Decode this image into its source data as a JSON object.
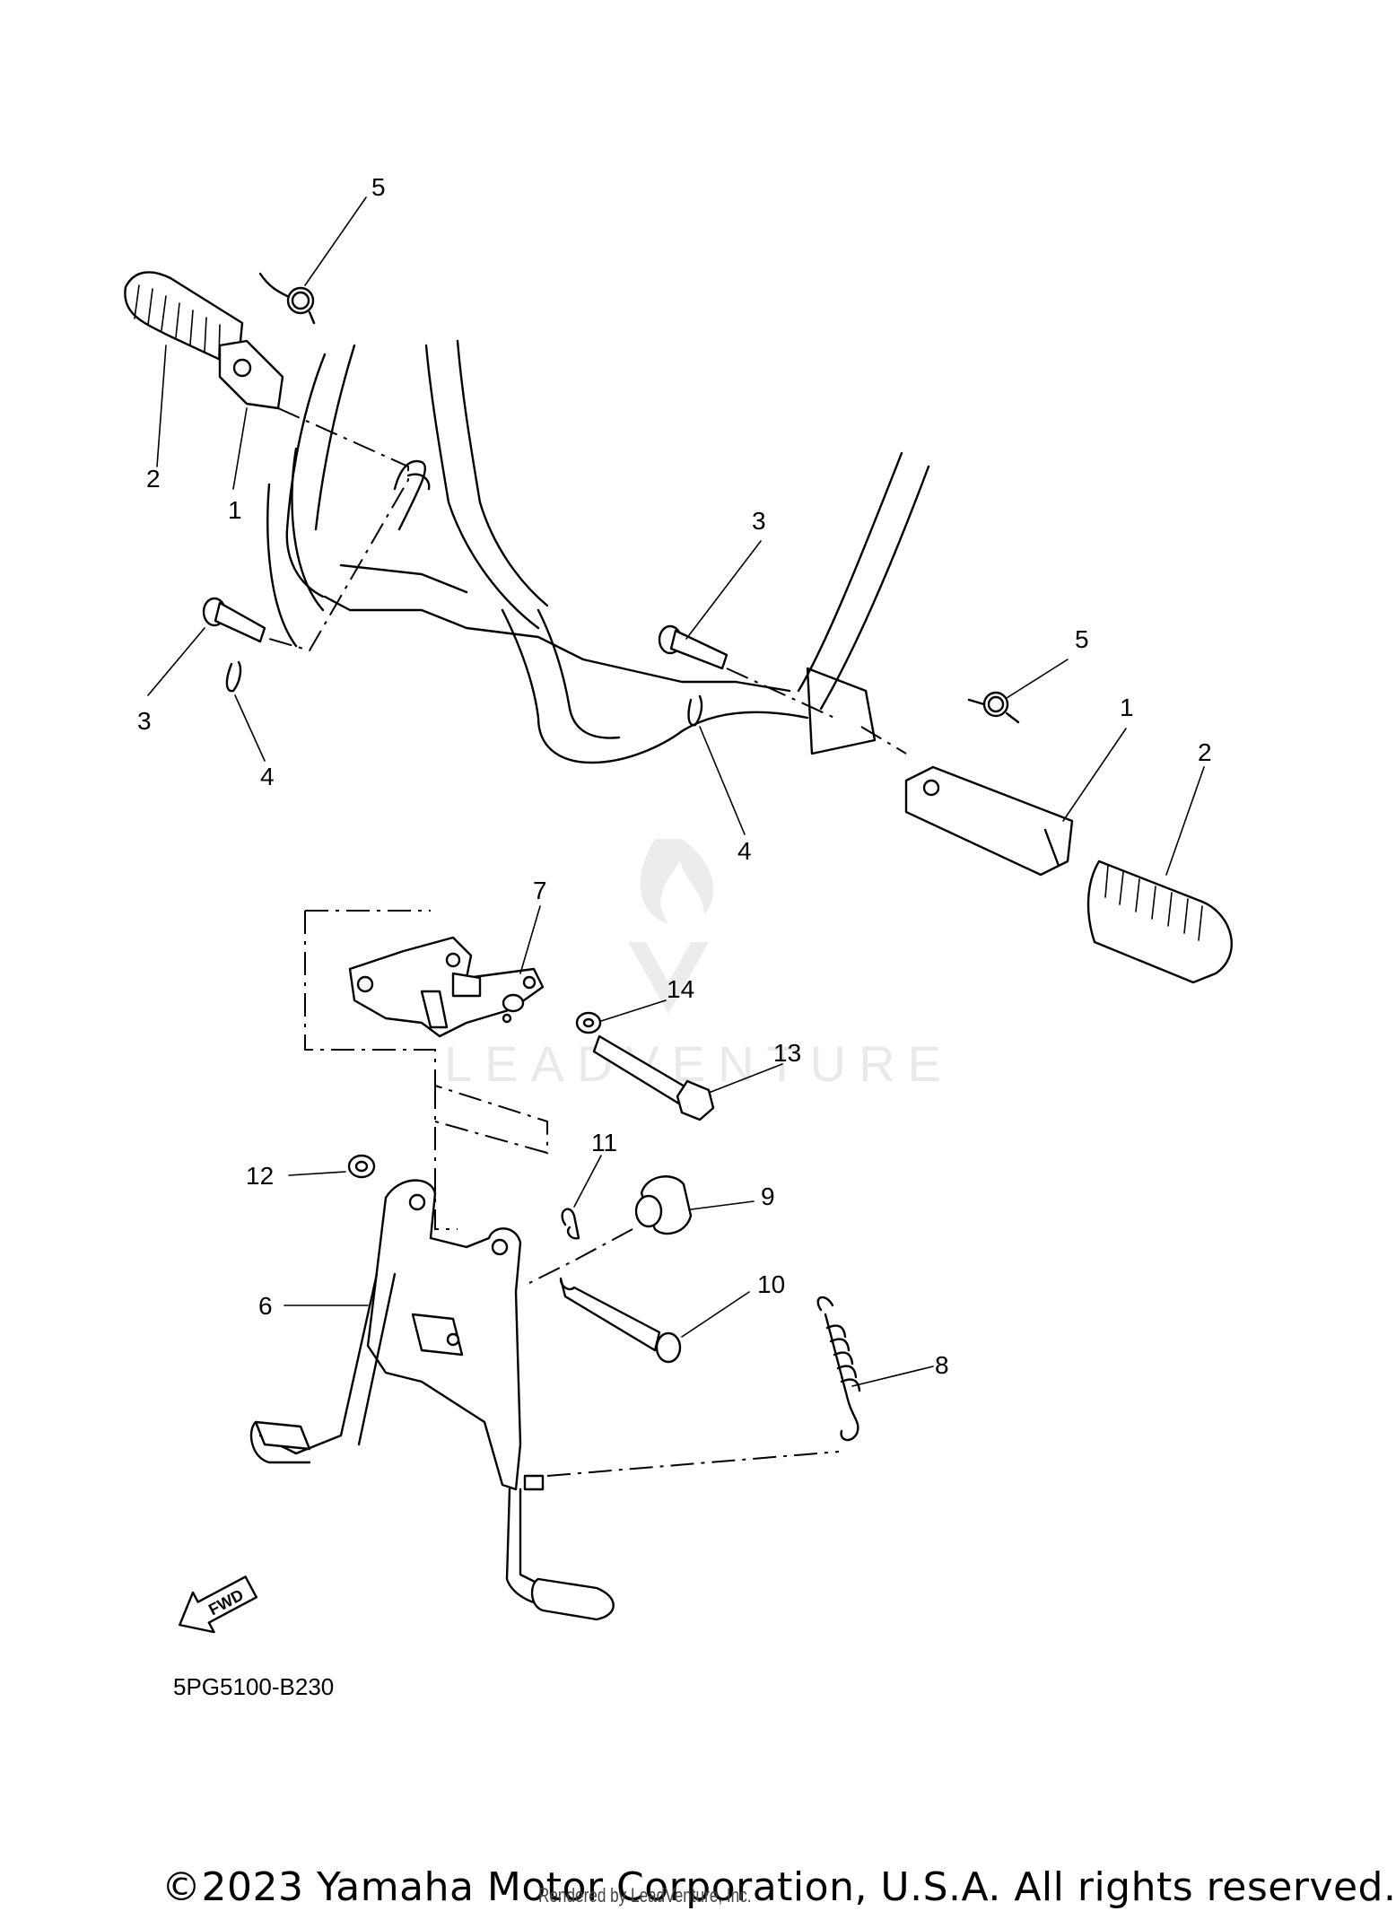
{
  "diagram": {
    "callouts": [
      "5",
      "2",
      "1",
      "3",
      "4",
      "3",
      "5",
      "1",
      "2",
      "4",
      "7",
      "14",
      "13",
      "12",
      "11",
      "9",
      "6",
      "10",
      "8"
    ],
    "fwd_label": "FWD",
    "diagram_code": "5PG5100-B230",
    "watermark": "LEADVENTURE"
  },
  "footer": {
    "copyright": "©2023 Yamaha Motor Corporation, U.S.A. All rights reserved.",
    "rendered_by": "Rendered by LeadVenture, Inc."
  }
}
